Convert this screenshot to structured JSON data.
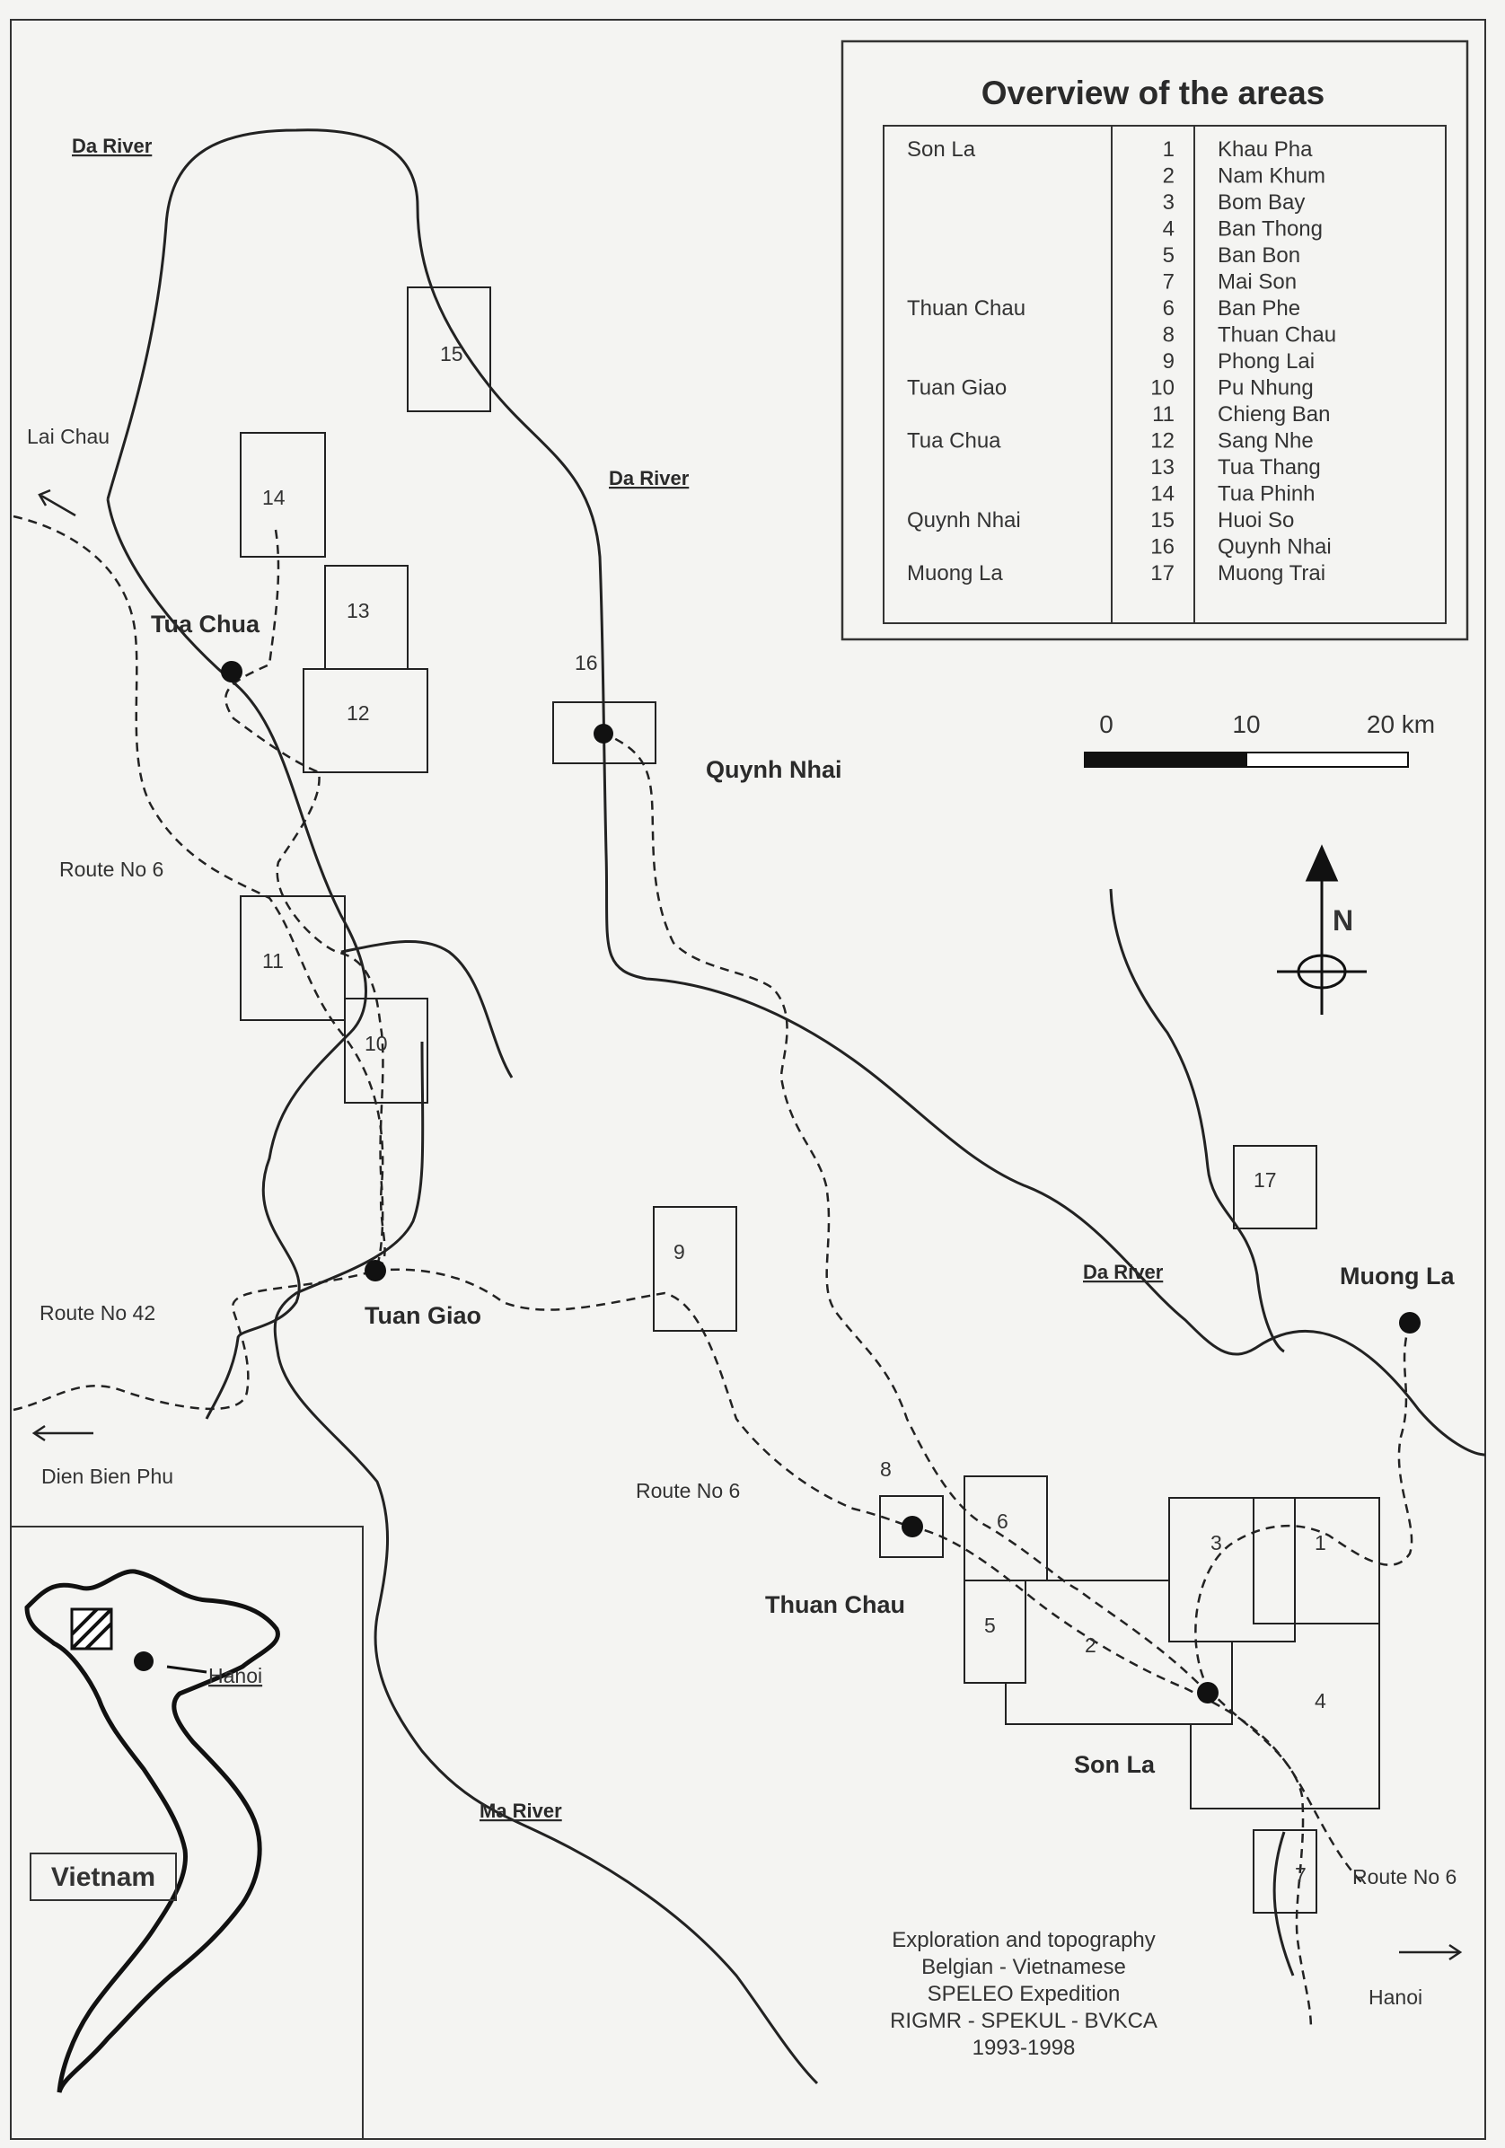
{
  "legend": {
    "title": "Overview of the areas",
    "groups": [
      {
        "name": "Son La",
        "rows": [
          {
            "num": "1",
            "name": "Khau Pha"
          },
          {
            "num": "2",
            "name": "Nam Khum"
          },
          {
            "num": "3",
            "name": "Bom Bay"
          },
          {
            "num": "4",
            "name": "Ban Thong"
          },
          {
            "num": "5",
            "name": "Ban Bon"
          },
          {
            "num": "7",
            "name": "Mai Son"
          }
        ]
      },
      {
        "name": "Thuan Chau",
        "rows": [
          {
            "num": "6",
            "name": "Ban Phe"
          },
          {
            "num": "8",
            "name": "Thuan Chau"
          },
          {
            "num": "9",
            "name": "Phong Lai"
          }
        ]
      },
      {
        "name": "Tuan Giao",
        "rows": [
          {
            "num": "10",
            "name": "Pu Nhung"
          },
          {
            "num": "11",
            "name": "Chieng Ban"
          }
        ]
      },
      {
        "name": "Tua Chua",
        "rows": [
          {
            "num": "12",
            "name": "Sang Nhe"
          },
          {
            "num": "13",
            "name": "Tua Thang"
          },
          {
            "num": "14",
            "name": "Tua Phinh"
          }
        ]
      },
      {
        "name": "Quynh Nhai",
        "rows": [
          {
            "num": "15",
            "name": "Huoi So"
          },
          {
            "num": "16",
            "name": "Quynh Nhai"
          }
        ]
      },
      {
        "name": "Muong La",
        "rows": [
          {
            "num": "17",
            "name": "Muong Trai"
          }
        ]
      }
    ]
  },
  "scale_bar": {
    "labels": [
      "0",
      "10",
      "20 km"
    ]
  },
  "north_arrow": {
    "label": "N"
  },
  "towns": {
    "tua_chua": "Tua Chua",
    "quynh_nhai": "Quynh Nhai",
    "tuan_giao": "Tuan Giao",
    "thuan_chau": "Thuan Chau",
    "son_la": "Son La",
    "muong_la": "Muong La"
  },
  "rivers": {
    "da_river": "Da River",
    "ma_river": "Ma River"
  },
  "routes": {
    "route_6": "Route No 6",
    "route_42": "Route No 42"
  },
  "directions": {
    "lai_chau": "Lai Chau",
    "dien_bien_phu": "Dien Bien Phu",
    "hanoi": "Hanoi"
  },
  "areas": [
    "15",
    "14",
    "13",
    "12",
    "16",
    "11",
    "10",
    "9",
    "8",
    "6",
    "5",
    "2",
    "3",
    "1",
    "4",
    "7",
    "17"
  ],
  "inset": {
    "country": "Vietnam",
    "capital": "Hanoi"
  },
  "credit": [
    "Exploration and topography",
    "Belgian - Vietnamese",
    "SPELEO Expedition",
    "RIGMR - SPEKUL - BVKCA",
    "1993-1998"
  ],
  "colors": {
    "background": "#f4f4f2",
    "ink": "#222222"
  }
}
